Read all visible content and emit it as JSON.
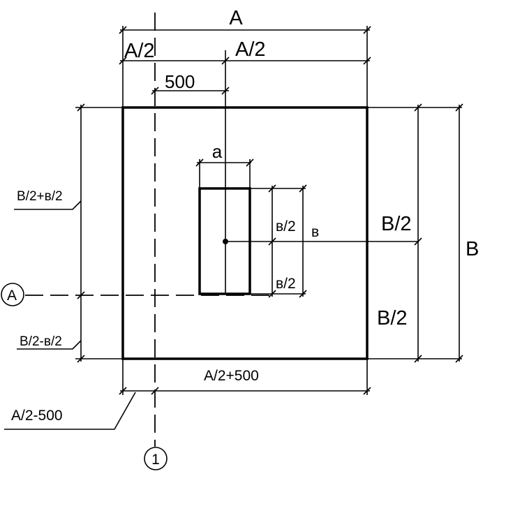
{
  "labels": {
    "A_total": "A",
    "A_half_left": "A/2",
    "A_half_right": "A/2",
    "offset_500": "500",
    "col_a": "a",
    "col_b_half_top": "в/2",
    "col_b_half_bottom": "в/2",
    "col_b": "в",
    "B_half_top": "B/2",
    "B_half_bottom": "B/2",
    "B_total": "B",
    "B_half_plus": "B/2+в/2",
    "B_half_minus": "B/2-в/2",
    "A_half_plus": "A/2+500",
    "A_half_minus": "A/2-500"
  },
  "axes": {
    "row": "A",
    "column": "1"
  }
}
